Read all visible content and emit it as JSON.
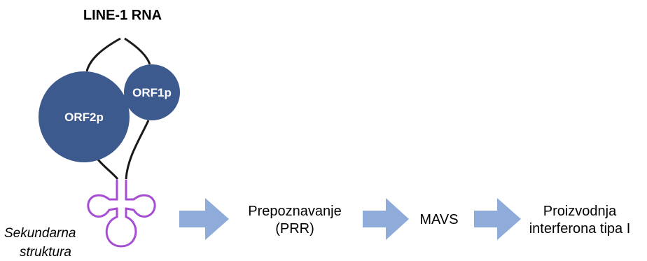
{
  "diagram": {
    "title": "LINE-1 RNA",
    "proteins": {
      "orf2p": "ORF2p",
      "orf1p": "ORF1p"
    },
    "structure": {
      "line1": "Sekundarna",
      "line2": "struktura"
    },
    "steps": {
      "recognition_line1": "Prepoznavanje",
      "recognition_line2": "(PRR)",
      "mavs": "MAVS",
      "interferon_line1": "Proizvodnja",
      "interferon_line2": "interferona tipa I"
    },
    "colors": {
      "protein": "#3d5a8f",
      "arrow": "#8fabd9",
      "structure": "#a64dd4",
      "line": "#1a1a1a"
    }
  }
}
